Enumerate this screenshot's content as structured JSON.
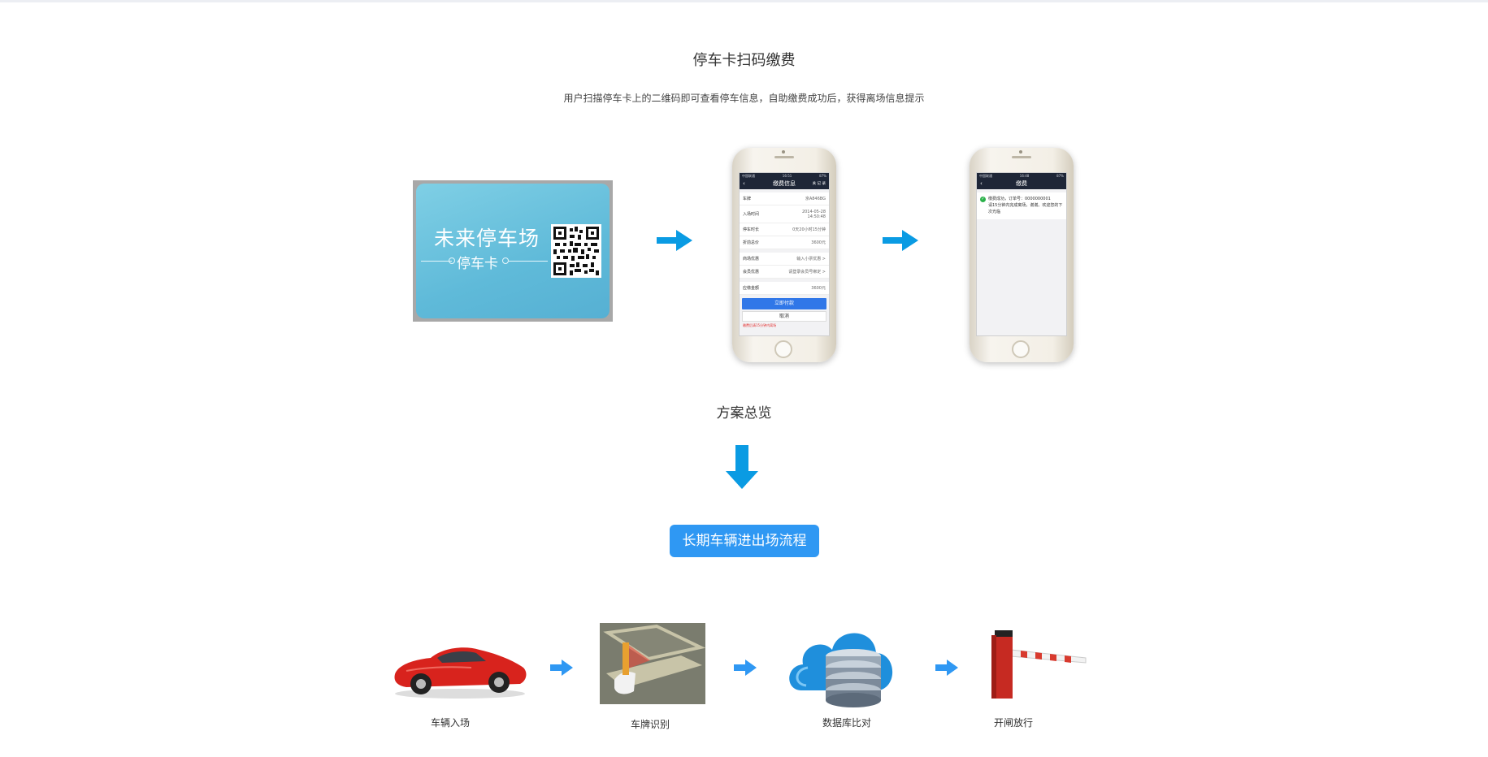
{
  "header": {
    "title": "停车卡扫码缴费",
    "subtitle": "用户扫描停车卡上的二维码即可查看停车信息，自助缴费成功后，获得离场信息提示"
  },
  "card": {
    "title": "未来停车场",
    "subtitle": "停车卡"
  },
  "phone1": {
    "status_left": "中国联通",
    "status_time": "16:51",
    "status_right": "87%",
    "nav_title": "缴费信息",
    "nav_right": "关 记 录",
    "rows": [
      {
        "k": "车牌",
        "v": "京A846BG"
      },
      {
        "k": "入场时间",
        "v": "2014-05-28 14:50:48"
      },
      {
        "k": "停车时长",
        "v": "0天20小时15分钟"
      },
      {
        "k": "折前总价",
        "v": "3600元"
      },
      {
        "k": "商场优惠",
        "v": "输入小票优惠 >"
      },
      {
        "k": "会员优惠",
        "v": "请登录会员号绑定 >"
      },
      {
        "k": "应缴金额",
        "v": "3600元"
      }
    ],
    "pay_label": "立即付款",
    "cancel_label": "取消",
    "note": "缴费后请15分钟内离场"
  },
  "phone2": {
    "status_left": "中国联通",
    "status_time": "16:48",
    "status_right": "87%",
    "nav_title": "缴费",
    "success_line1": "缴费成功，订单号：0000000001",
    "success_line2": "请15分钟内完成离场，谢谢。欢迎您的下次光临"
  },
  "overview": {
    "title": "方案总览"
  },
  "flow_button": "长期车辆进出场流程",
  "steps": [
    {
      "label": "车辆入场",
      "icon": "red-sports-car-image"
    },
    {
      "label": "车牌识别",
      "icon": "license-plate-camera-image"
    },
    {
      "label": "数据库比对",
      "icon": "cloud-database-image"
    },
    {
      "label": "开闸放行",
      "icon": "barrier-gate-image"
    }
  ],
  "colors": {
    "accent_blue": "#2f98f3",
    "arrow_blue": "#0a9be3",
    "card_blue": "#5fbad9",
    "nav_dark": "#1e2637"
  }
}
